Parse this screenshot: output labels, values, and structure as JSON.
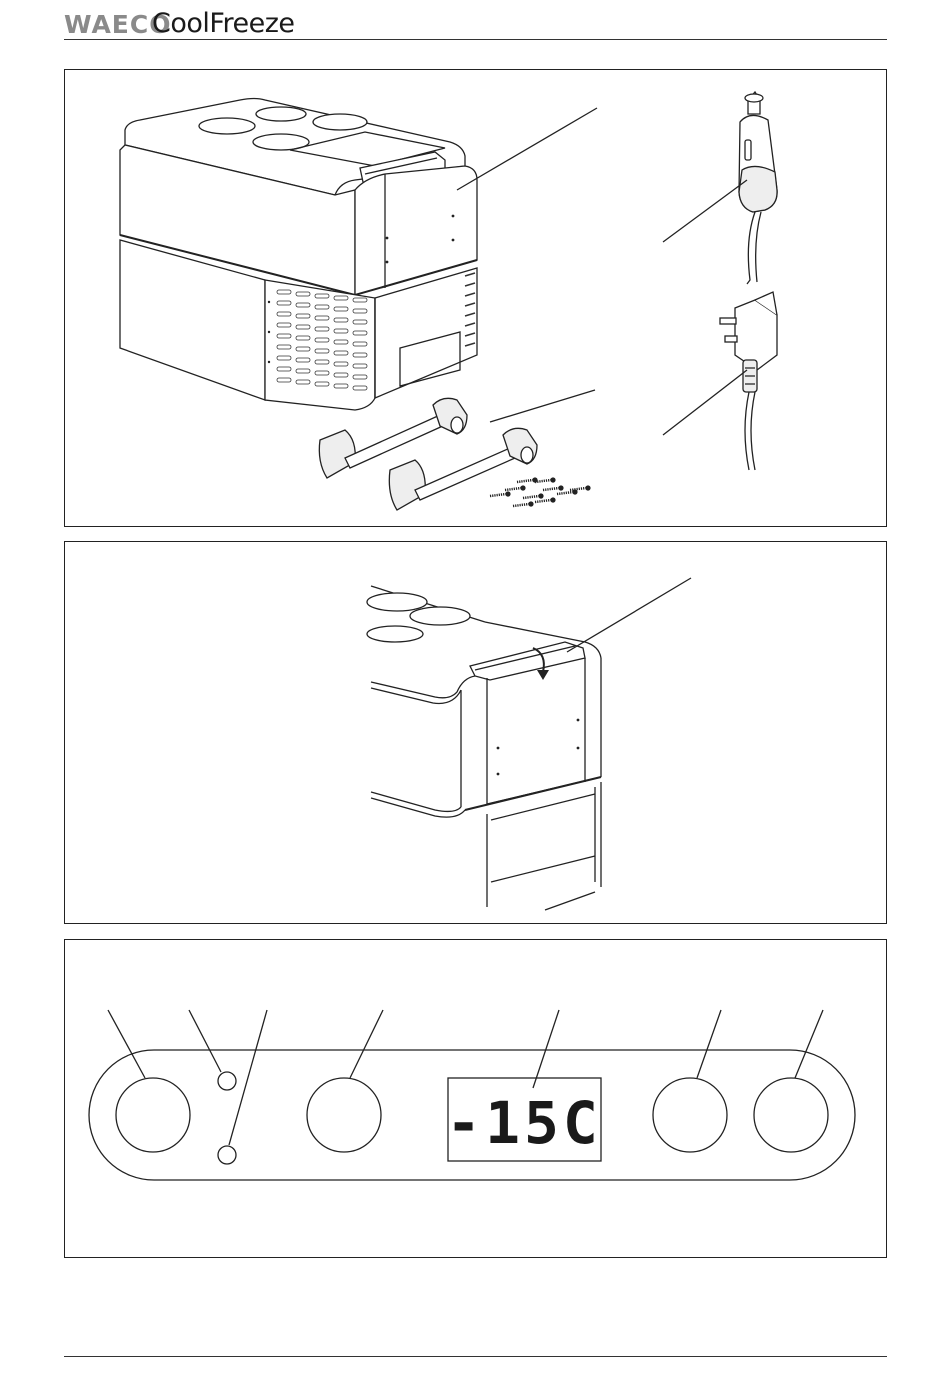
{
  "header": {
    "brand": "WAECO",
    "product": "CoolFreeze"
  },
  "figures": {
    "fig1": {
      "label": "Cooler, DC plug cable, AC power adapter and mounting brackets with screws"
    },
    "fig2": {
      "label": "Lid handle latch detail"
    },
    "fig3": {
      "display_value": "-15C"
    }
  }
}
